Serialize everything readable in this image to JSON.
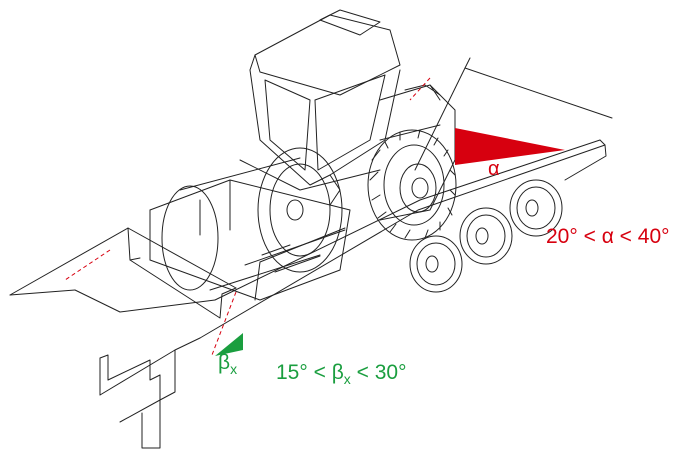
{
  "colors": {
    "alpha": "#d7000f",
    "beta": "#1a9e3f",
    "line": "#222222"
  },
  "labels": {
    "alpha_symbol": "α",
    "alpha_range_prefix": "20° < ",
    "alpha_range_symbol": "α",
    "alpha_range_suffix": " < 40°",
    "beta_symbol": "β",
    "beta_sub": "x",
    "beta_range_prefix": "15° < ",
    "beta_range_symbol": "β",
    "beta_range_sub": "x",
    "beta_range_suffix": " < 30°"
  }
}
